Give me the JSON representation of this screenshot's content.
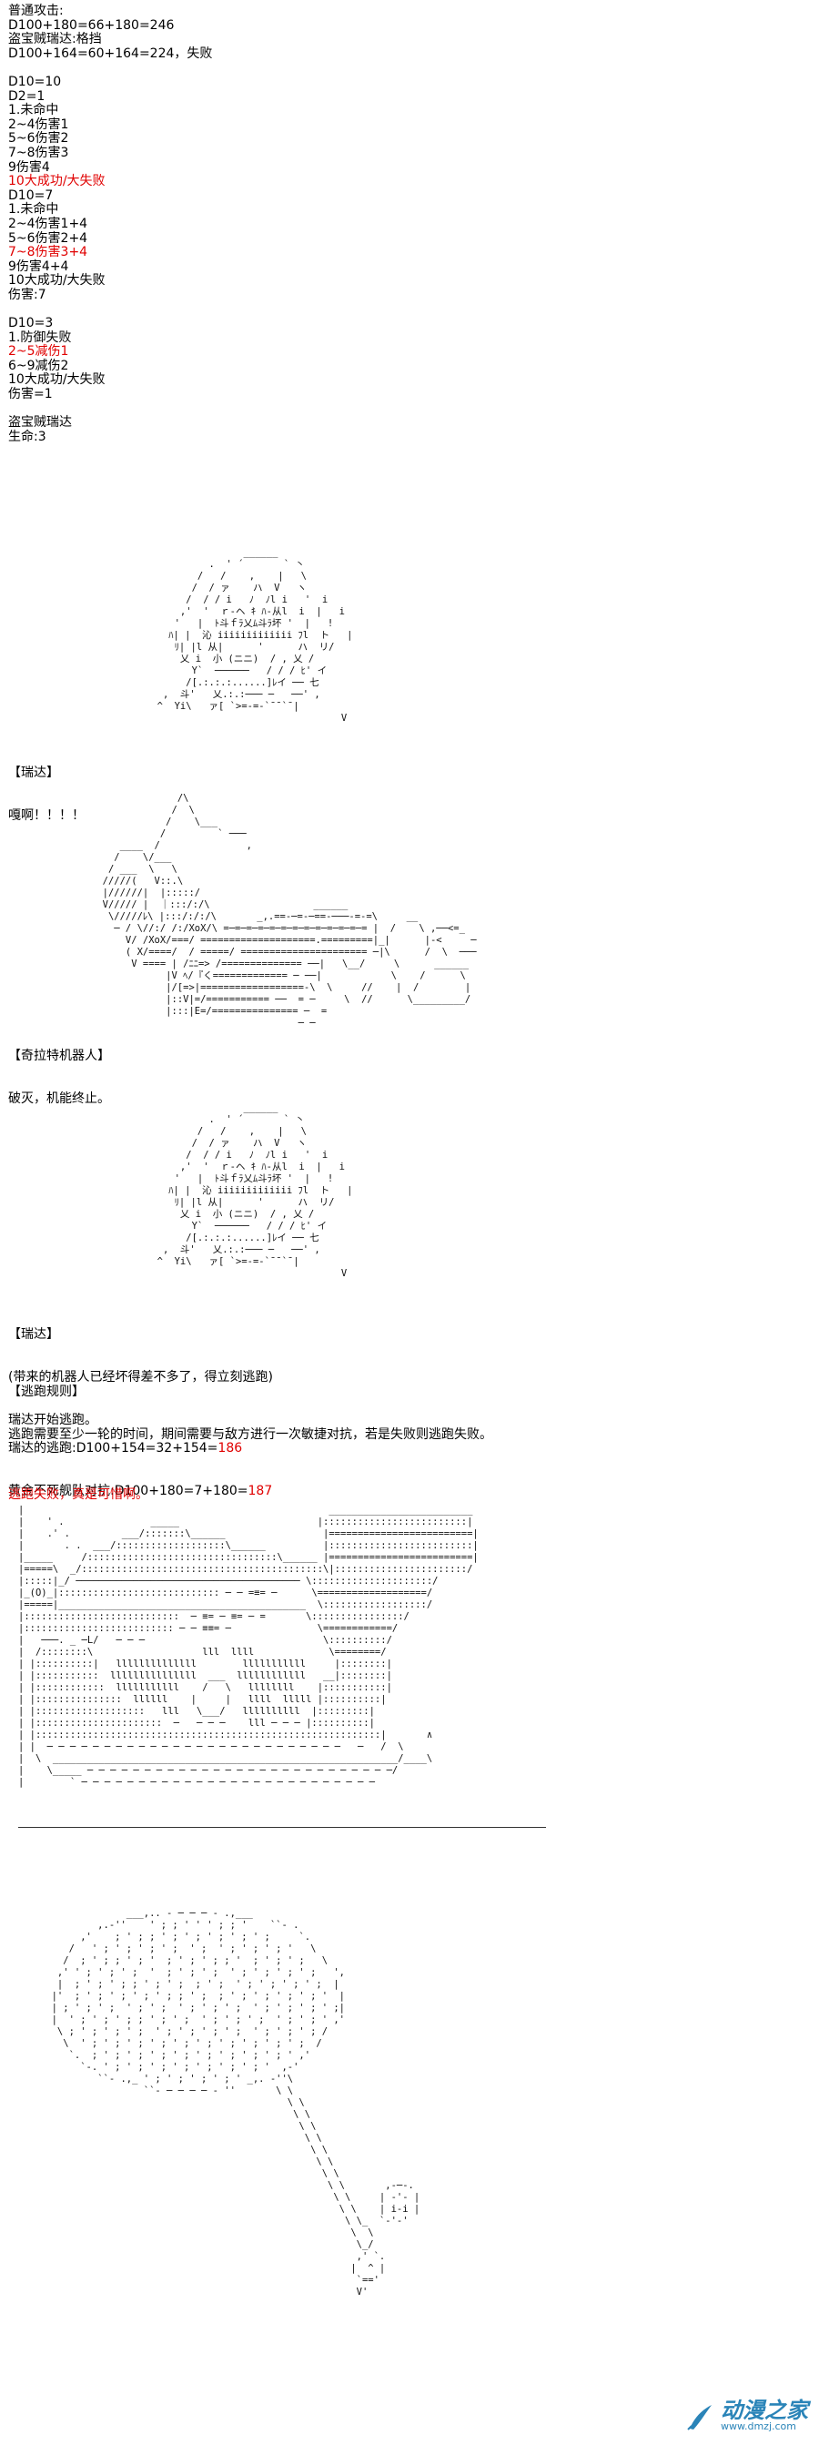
{
  "section1": {
    "lines": [
      {
        "text": "普通攻击:",
        "red": false
      },
      {
        "text": "D100+180=66+180=246",
        "red": false
      },
      {
        "text": "盗宝贼瑞达:格挡",
        "red": false
      },
      {
        "text": "D100+164=60+164=224，失败",
        "red": false
      },
      {
        "text": "",
        "red": false
      },
      {
        "text": "D10=10",
        "red": false
      },
      {
        "text": "D2=1",
        "red": false
      },
      {
        "text": "1.未命中",
        "red": false
      },
      {
        "text": "2~4伤害1",
        "red": false
      },
      {
        "text": "5~6伤害2",
        "red": false
      },
      {
        "text": "7~8伤害3",
        "red": false
      },
      {
        "text": "9伤害4",
        "red": false
      },
      {
        "text": "10大成功/大失败",
        "red": true
      },
      {
        "text": "D10=7",
        "red": false
      },
      {
        "text": "1.未命中",
        "red": false
      },
      {
        "text": "2~4伤害1+4",
        "red": false
      },
      {
        "text": "5~6伤害2+4",
        "red": false
      },
      {
        "text": "7~8伤害3+4",
        "red": true
      },
      {
        "text": "9伤害4+4",
        "red": false
      },
      {
        "text": "10大成功/大失败",
        "red": false
      },
      {
        "text": "伤害:7",
        "red": false
      },
      {
        "text": "",
        "red": false
      },
      {
        "text": "D10=3",
        "red": false
      },
      {
        "text": "1.防御失败",
        "red": false
      },
      {
        "text": "2~5减伤1",
        "red": true
      },
      {
        "text": "6~9减伤2",
        "red": false
      },
      {
        "text": "10大成功/大失败",
        "red": false
      },
      {
        "text": "伤害=1",
        "red": false
      },
      {
        "text": "",
        "red": false
      },
      {
        "text": "盗宝贼瑞达",
        "red": false
      },
      {
        "text": "生命:3",
        "red": false
      }
    ]
  },
  "dialogue1": {
    "speaker": "【瑞达】",
    "line": "嘎啊！！！！"
  },
  "dialogue2": {
    "speaker": "【奇拉特机器人】",
    "line": "破灭，机能终止。"
  },
  "dialogue3": {
    "speaker": "【瑞达】",
    "line1": "(带来的机器人已经坏得差不多了，得立刻逃跑)",
    "line2": "瑞达开始逃跑。"
  },
  "escape_rule": {
    "title": "【逃跑规则】",
    "desc": "逃跑需要至少一轮的时间，期间需要与敌方进行一次敏捷对抗，若是失败则逃跑失败。"
  },
  "rolls": {
    "ryda_prefix": "瑞达的逃跑:D100+154=32+154=",
    "ryda_value": "186",
    "fleet_prefix": "黄金不死舰队对抗:D100+180=7+180=",
    "fleet_value": "187"
  },
  "result": "逃跑失败，真是可惜啊。",
  "watermark": {
    "main": "动漫之家",
    "sub": "www.dmzj.com",
    "accent": "#2a84b8"
  },
  "art": {
    "face1": [
      "                 ______",
      "           .  ' ´       ` 丶",
      "         /   /    ,    |   \\",
      "        /  / ァ    ハ  V   ヽ",
      "       /  / / i   ﾉ  ﾉl i   '  i",
      "      ,'  '  ｒ-ヘ ｷ ﾊ-从l  i  |   i",
      "     '   |  ﾄ斗ｆﾗ乂ﾑ斗ﾗ坏 '  |   !",
      "    ﾊ| |  沁 iiiiiiiiiiiii ﾌl  ト   |",
      "     ﾘ| |l 从|      '      ハ  リ/",
      "      乂 i  小 (ニニ)  / , 乂 /",
      "        Y`  ──────   / / / ﾋ' イ",
      "       /[.:.:.:......]ﾚイ ── 七",
      "   ,  斗'   乂.:.:─── ─   ──' ,",
      "  ^  Yi\\   ァ[ `>=-=-`¯¯`¯|",
      "                                  V"
    ],
    "robot": [
      "               /\\",
      "              /  \\",
      "             /    \\___",
      "            /         ` ───",
      "     ____  /               ,",
      "    /    \\/___",
      "   / ___  \\   \\",
      "  /////(   V::.\\",
      "  |//////|  |:::::/",
      "  V///// |  ｜:::/:/\\                  ______",
      "   \\/////ﾚ\\ |:::/:/:/\\       _,.==-─=-─==-───-=-=\\     __",
      "    ─ / \\//:/ /:/XoX/\\ =─=─=─=─=─=─=─=─=─=─=─=─= |  /    \\ ,──<=_",
      "      V/ /XoX/===/ ====================.=========|_|      |-<     ─",
      "      ( X/====/  / =====/ ====================== ─|\\      /  \\  ───",
      "       V ==== | /ﾆﾆ=> /============== ──|   \\__/     \\      ______",
      "             |V ﾍ/『く============= ─ ──|            \\    /      \\",
      "             |/[=>|==================-\\  \\     //    |  /        |",
      "             |::V|=/=========== ──  = ─     \\  //      \\_________/",
      "             |:::|E=/=============== ─  =",
      "                                    ─ ─"
    ],
    "face2": [
      "                 ______",
      "           .  ' ´       ` 丶",
      "         /   /    ,    |   \\",
      "        /  / ァ    ハ  V   ヽ",
      "       /  / / i   ﾉ  ﾉl i   '  i",
      "      ,'  '  ｒ-ヘ ｷ ﾊ-从l  i  |   i",
      "     '   |  ﾄ斗ｆﾗ乂ﾑ斗ﾗ坏 '  |   !",
      "    ﾊ| |  沁 iiiiiiiiiiiii ﾌl  ト   |",
      "     ﾘ| |l 从|      '      ハ  リ/",
      "      乂 i  小 (ニニ)  / , 乂 /",
      "        Y`  ──────   / / / ﾋ' イ",
      "       /[.:.:.:......]ﾚイ ── 七",
      "   ,  斗'   乂.:.:─── ─   ──' ,",
      "  ^  Yi\\   ァ[ `>=-=-`¯¯`¯|",
      "                                  V"
    ],
    "ship": [
      "|                                                     _________________________",
      "|    ' .               _____                        |:::::::::::::::::::::::::|",
      "|    .' .         ___/:::::::\\______                 |=========================|",
      "|       . .  ___/:::::::::::::::::::\\______          |:::::::::::::::::::::::::|",
      "|_____     /:::::::::::::::::::::::::::::::::\\______ |=========================|",
      "|=====\\  _/::::::::::::::::::::::::::::::::::::::::::\\|:::::::::::::::::::::::/",
      "|:::::|_/ ─────────────────────────────────────── \\:::::::::::::::::::::/",
      "|_(O)_|:::::::::::::::::::::::::::: ─ ─ =≡= ─      \\===================/",
      "|=====|___________________________________________  \\::::::::::::::::::/",
      "|:::::::::::::::::::::::::::  ─ ≡= ─ ≡= ─ =       \\::::::::::::::::/",
      "|:::::::::::::::::::::::::: ─ ─ ≡≡= ─               \\============/",
      "|   ───. _ ─L/   ─ ─ ─                               \\::::::::::/",
      "|  /::::::::\\                   lll  llll             \\========/",
      "| |::::::::::|   llllllllllllll        lllllllllll     |::::::::|",
      "| |:::::::::::  lllllllllllllll  ___  llllllllllll   __|::::::::|",
      "| |::::::::::::  lllllllllll    /   \\   llllllll    |:::::::::::|",
      "| |:::::::::::::::  llllll    |     |   llll  lllll |::::::::::|",
      "| |:::::::::::::::::::   lll   \\___/   llllllllll  |:::::::::|",
      "| |::::::::::::::::::::::  ─   ─ ─ ─    lll ─ ─ ─ |::::::::::|",
      "| |::::::::::::::::::::::::::::::::::::::::::::::::::::::::::::|       ∧",
      "| |  ─ ─ ─ ─ ─ ─ ─ ─ ─ ─ ─ ─ ─ ─ ─ ─ ─ ─ ─ ─ ─ ─ ─ ─ ─ ─   ─   /  \\",
      "|  \\  ____________________________________________________________/____\\",
      "|    \\_____ ─ ─ ─ ─ ─ ─ ─ ─ ─ ─ ─ ─ ─ ─ ─ ─ ─ ─ ─ ─ ─ ─ ─ ─ ─ ─ ─/",
      "|        ` ─ ─ ─ ─ ─ ─ ─ ─ ─ ─ ─ ─ ─ ─ ─ ─ ─ ─ ─ ─ ─ ─ ─ ─ ─ ─"
    ],
    "rope": [
      "                  ___,.. - ─ ─ ─ - .,___",
      "             ,.-''    ' ; ; ' ' ' ; ; '    ``- .",
      "          ,'    ; ' ; ; ' ; ' ; ' ; ' ; ' ;     `.",
      "        /   ' ; ' ; ' ; ' ;  ' ;  ' ; ' ; ' ; '   \\",
      "       /  ; ' ; ; ' ; '  ; ' ; ' ; ; '  ; ' ; ' ;   \\",
      "      ,' ' ; ' ; ' ;  '  ; ' ; ' ;  ' ; ' ; ' ; ' ;   ',",
      "      |  ; ' ; ' ; ; ' ; ' ;  ; ' ;  ' ; ' ; ' ; ' ;  |",
      "     |'  ; ' ; ' ; ' ; ' ; ; ' ;  ; ' ; ' ; ' ; ' ; '  |",
      "     | ; ' ; ' ;  ' ; ' ;  ' ; ' ; ' ;  ' ; ' ; ' ; ' ;|",
      "     |  ' ; ' ; ' ; ; ' ; ' ;  ' ; ' ; ' ;  ' ; ' ; ' ,'",
      "      \\ ; ' ; ' ; ' ;  ' ; ' ; ' ; ' ;  ' ; ' ; ' ; /",
      "       \\  ' ; ' ; ' ; ' ; ' ; ' ; ' ; ' ; ' ; ' ;  /",
      "        `.  ; ' ; ' ; ' ; ' ; ' ; ' ; ' ; ' ; ' ,'",
      "          `-. ' ; ' ; ' ; ' ; ' ; ' ; ' ; '  ,-'",
      "             ``- .,_ ' ; ' ; ' ; ' ; ' _,. -''\\",
      "                     ``- ─ ─ ─ ─ - ''       \\ \\",
      "                                              \\ \\",
      "                                               \\ \\",
      "                                                \\ \\",
      "                                                 \\ \\",
      "                                                  \\ \\",
      "                                                   \\ \\",
      "                                                    \\ \\",
      "                                                     \\ \\       ,-─-.",
      "                                                      \\ \\     | -'- |",
      "                                                       \\ \\    | i-i |",
      "                                                        \\ \\_  `-'-'",
      "                                                         \\  \\",
      "                                                          \\_/",
      "                                                          ,' `.",
      "                                                         |  ^ |",
      "                                                          `=='",
      "                                                          V'"
    ]
  }
}
